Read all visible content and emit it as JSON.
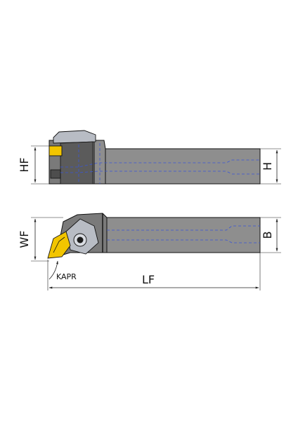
{
  "labels": {
    "hf": "HF",
    "h": "H",
    "wf": "WF",
    "b": "B",
    "kapr": "KAPR",
    "lf": "LF"
  },
  "colors": {
    "body": "#8e8e8e",
    "head": "#7a7a7a",
    "insert": "#f2c500",
    "clamp": "#b8bcc4",
    "hidden_line": "#3a56d6"
  }
}
